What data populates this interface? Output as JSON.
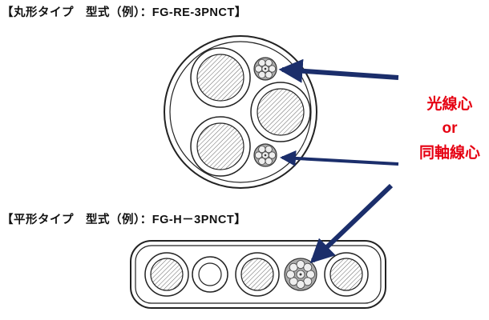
{
  "round_cable": {
    "title": "【丸形タイプ　型式（例）：FG-RE-3PNCT】"
  },
  "flat_cable": {
    "title": "【平形タイプ　型式（例）：FG-H－3PNCT】"
  },
  "callout": {
    "lines": [
      "光線心",
      "or",
      "同軸線心"
    ],
    "text_color": "#e60012",
    "arrow_color": "#1b2e6b"
  },
  "colors": {
    "outline": "#222222",
    "hatch": "#666666",
    "stranded_fill": "#aaaaaa"
  }
}
